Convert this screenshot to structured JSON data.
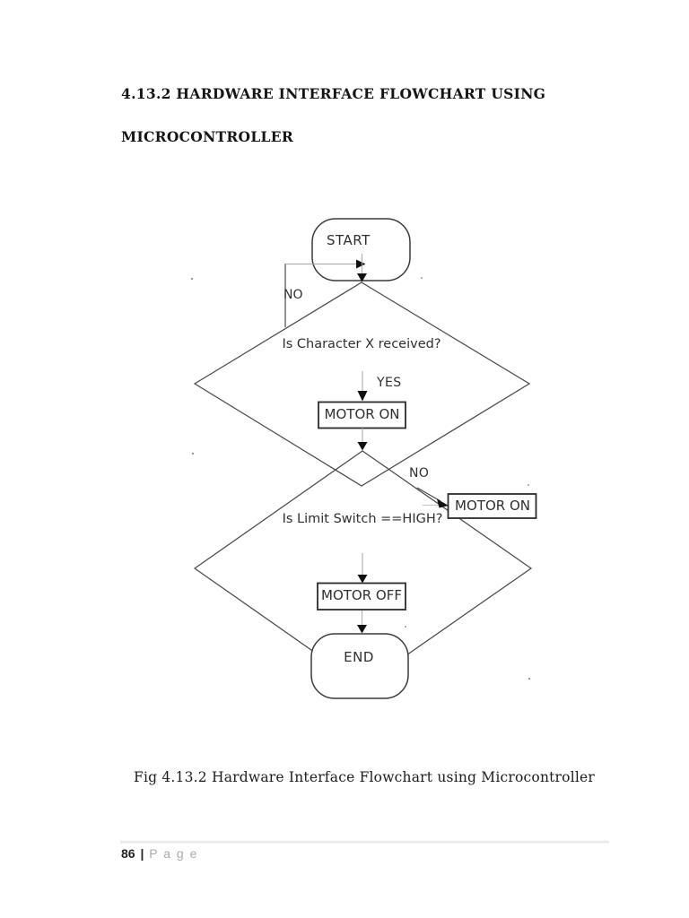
{
  "page": {
    "heading_line1": "4.13.2 HARDWARE INTERFACE FLOWCHART USING",
    "heading_line2": "MICROCONTROLLER",
    "caption": "Fig 4.13.2 Hardware Interface Flowchart using Microcontroller",
    "footer": {
      "page_number": "86",
      "separator": "|",
      "page_word": "P a g e"
    }
  },
  "flowchart": {
    "nodes": {
      "start": "START",
      "decision1": "Is Character X received?",
      "motor_on1": "MOTOR ON",
      "decision2": "Is Limit Switch ==HIGH?",
      "motor_on2": "MOTOR ON",
      "motor_off": "MOTOR OFF",
      "end": "END"
    },
    "edges": {
      "no_loop_label": "NO",
      "yes_label": "YES",
      "no_right_label": "NO"
    }
  },
  "colors": {
    "line": "#434343",
    "box_border": "#2b2b2b",
    "faint_line": "#b3b3b3",
    "arrow": "#111111",
    "text": "#2f2f2f",
    "footer_gray": "#a9a9a9",
    "rule": "#e9e9e9"
  }
}
